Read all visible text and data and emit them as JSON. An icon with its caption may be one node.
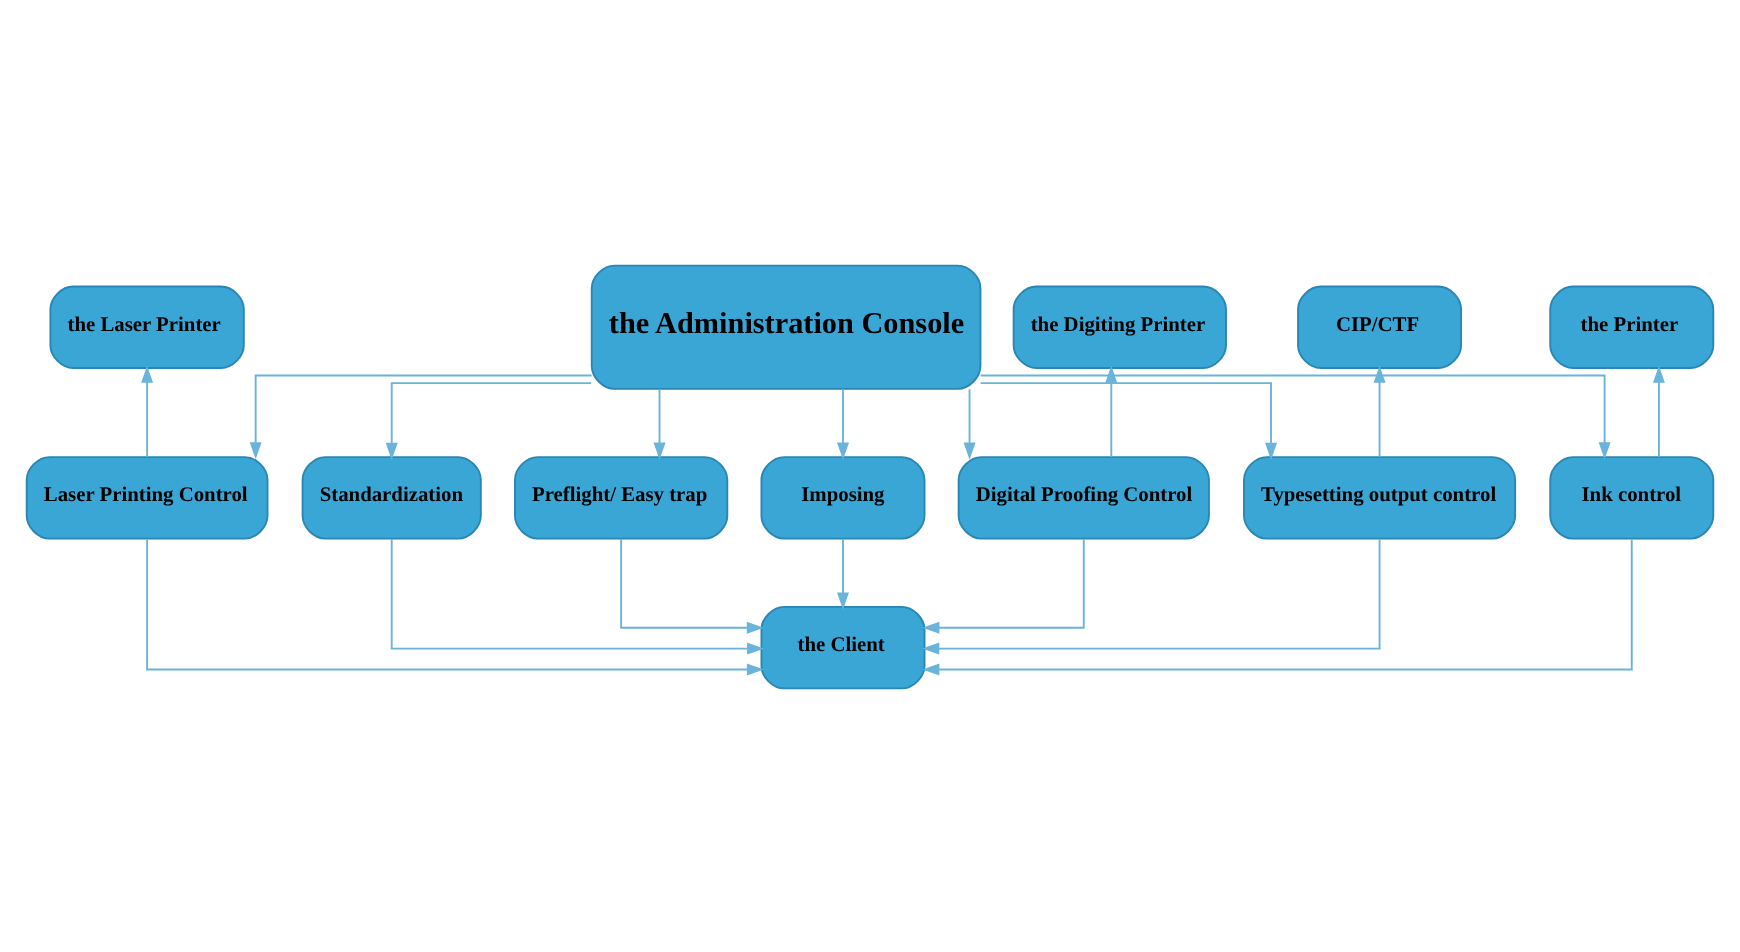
{
  "diagram": {
    "nodes": [
      {
        "text": [
          "the Administration Console"
        ]
      },
      {
        "text": [
          "the Laser Printer"
        ]
      },
      {
        "text": [
          "the Digiting Printer"
        ]
      },
      {
        "text": [
          "CIP/CTF"
        ]
      },
      {
        "text": [
          "the Printer"
        ]
      },
      {
        "text": [
          "Standardization"
        ]
      },
      {
        "text": [
          "Preflight/ Easy trap"
        ]
      },
      {
        "text": [
          "Laser Printing Control"
        ]
      },
      {
        "text": [
          "Digital Proofing Control"
        ]
      },
      {
        "text": [
          "Imposing"
        ]
      },
      {
        "text": [
          "Typesetting output control"
        ]
      },
      {
        "text": [
          "Ink control"
        ]
      },
      {
        "text": [
          "the Client"
        ]
      }
    ],
    "edges": [
      {
        "from": 0,
        "to": 5,
        "arrow": "to"
      },
      {
        "from": 0,
        "to": 6,
        "arrow": "to"
      },
      {
        "from": 0,
        "to": 7,
        "arrow": "to"
      },
      {
        "from": 0,
        "to": 8,
        "arrow": "to"
      },
      {
        "from": 0,
        "to": 9,
        "arrow": "to"
      },
      {
        "from": 0,
        "to": 10,
        "arrow": "to"
      },
      {
        "from": 0,
        "to": 11,
        "arrow": "to"
      },
      {
        "from": 7,
        "to": 1,
        "arrow": "to"
      },
      {
        "from": 8,
        "to": 2,
        "arrow": "to"
      },
      {
        "from": 10,
        "to": 3,
        "arrow": "to"
      },
      {
        "from": 11,
        "to": 4,
        "arrow": "to"
      },
      {
        "from": 5,
        "to": 12,
        "arrow": "to"
      },
      {
        "from": 6,
        "to": 12,
        "arrow": "to"
      },
      {
        "from": 7,
        "to": 12,
        "arrow": "to"
      },
      {
        "from": 8,
        "to": 12,
        "arrow": "to"
      },
      {
        "from": 9,
        "to": 12,
        "arrow": "to"
      },
      {
        "from": 10,
        "to": 12,
        "arrow": "to"
      },
      {
        "from": 11,
        "to": 12,
        "arrow": "to"
      }
    ]
  }
}
